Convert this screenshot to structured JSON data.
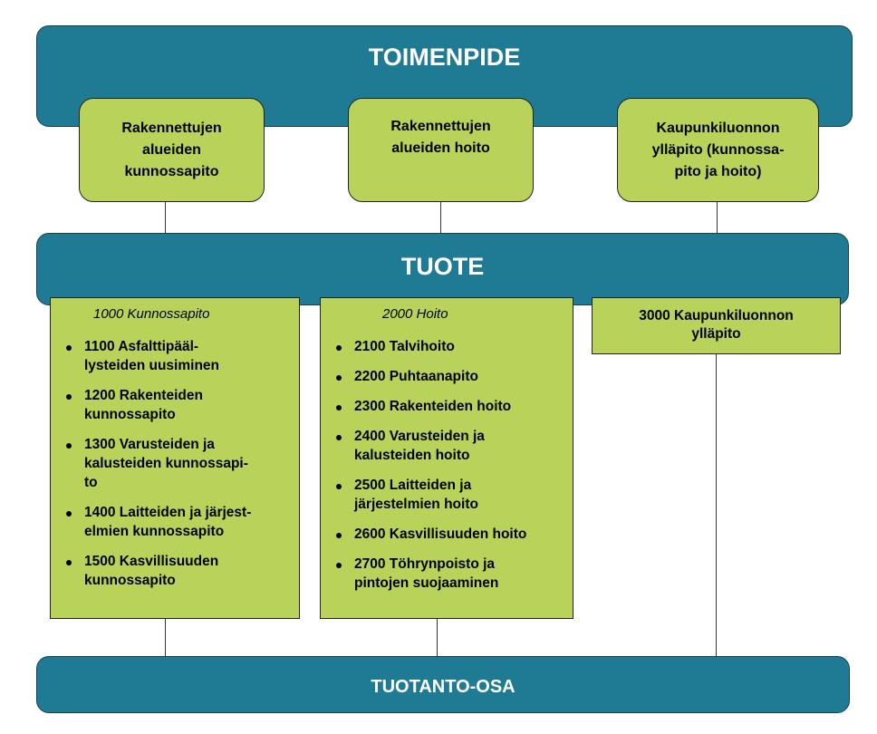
{
  "toimenpide": {
    "title": "TOIMENPIDE",
    "items": [
      "Rakennettujen\nalueiden\nkunnossapito",
      "Rakennettujen\nalueiden  hoito",
      "Kaupunkiluonnon\nylläpito (kunnossa-\npito ja hoito)"
    ]
  },
  "tuote": {
    "title": "TUOTE",
    "groups": [
      {
        "heading": "1000 Kunnossapito",
        "items": [
          "1100 Asfalttipääl-\nlysteiden uusiminen",
          "1200 Rakenteiden\nkunnossapito",
          "1300 Varusteiden ja\nkalusteiden kunnossapi-\nto",
          "1400 Laitteiden ja järjest-\nelmien kunnossapito",
          "1500 Kasvillisuuden\nkunnossapito"
        ]
      },
      {
        "heading": "2000 Hoito",
        "items": [
          "2100 Talvihoito",
          "2200 Puhtaanapito",
          "2300 Rakenteiden hoito",
          "2400 Varusteiden ja\nkalusteiden hoito",
          "2500 Laitteiden ja\njärjestelmien hoito",
          "2600 Kasvillisuuden hoito",
          "2700 Töhrynpoisto ja\npintojen  suojaaminen"
        ]
      },
      {
        "heading": "3000  Kaupunkiluonnon\nylläpito"
      }
    ]
  },
  "tuotanto": {
    "title": "TUOTANTO-OSA"
  },
  "colors": {
    "band": "#1f7a93",
    "box": "#b8d25a",
    "line": "#333333"
  }
}
